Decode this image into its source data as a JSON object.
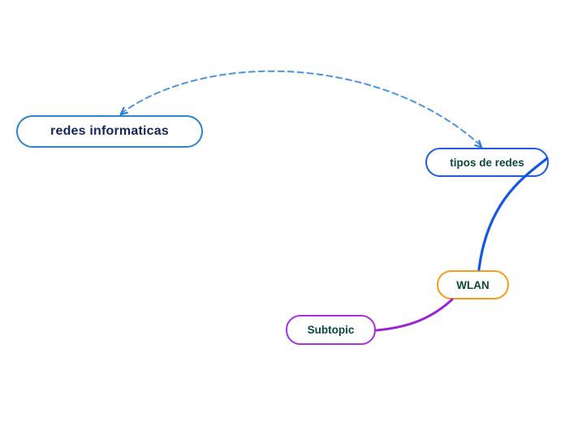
{
  "app": {
    "type": "mind-map-canvas",
    "background_color": "#ffffff"
  },
  "topics": [
    {
      "label": "redes informaticas",
      "role": "central-topic",
      "border_color": "#2b84cc",
      "text_color": "#14285c",
      "fill_color": "#ffffff"
    },
    {
      "label": "tipos de redes",
      "role": "main-topic",
      "border_color": "#2058e8",
      "text_color": "#0b4a33",
      "fill_color": "#ffffff"
    },
    {
      "label": "WLAN",
      "role": "subtopic",
      "border_color": "#f79c1a",
      "text_color": "#0b4a33",
      "fill_color": "#ffffff"
    },
    {
      "label": "Subtopic",
      "role": "subtopic",
      "border_color": "#a92fe0",
      "text_color": "#0b4a33",
      "fill_color": "#ffffff"
    }
  ],
  "connections": [
    {
      "kind": "relationship-arrow",
      "style": "dashed",
      "from": "redes informaticas",
      "to": "tipos de redes",
      "color": "#4a94e0",
      "arrowhead_color": "#2e7fd6",
      "arrowheads": "both-ends-chevron"
    },
    {
      "kind": "branch",
      "style": "solid",
      "from": "tipos de redes",
      "to": "WLAN",
      "color": "#1457e6"
    },
    {
      "kind": "branch",
      "style": "solid",
      "from": "WLAN",
      "to": "Subtopic",
      "color": "#9c22d6"
    }
  ]
}
